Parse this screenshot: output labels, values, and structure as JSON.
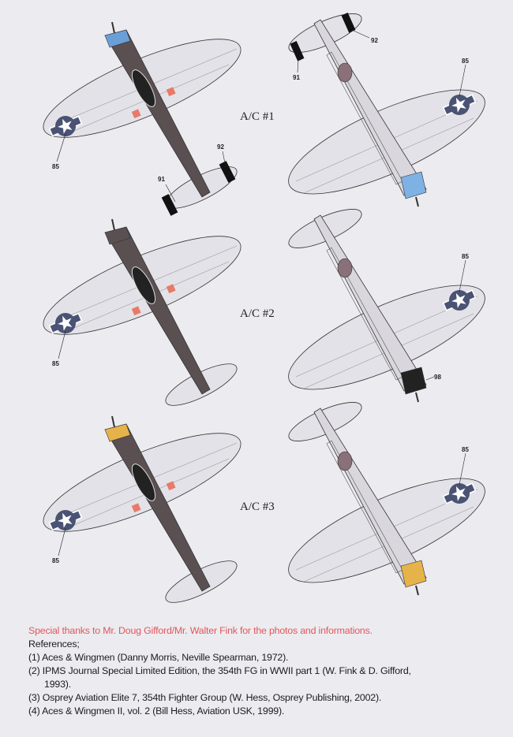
{
  "aircraft": [
    {
      "label": "A/C #1",
      "nose_color": "#6a9fd8",
      "under_nose_color": "#7fb2e4",
      "callouts": {
        "upper_roundel": "85",
        "tail_left": "91",
        "tail_right": "92",
        "under_roundel": "85",
        "under_tail_left": "91",
        "under_tail_right": "92"
      }
    },
    {
      "label": "A/C #2",
      "nose_color": "#5a5052",
      "under_nose_color": "#222222",
      "callouts": {
        "upper_roundel": "85",
        "under_roundel": "85",
        "under_nose": "98"
      }
    },
    {
      "label": "A/C #3",
      "nose_color": "#e6b24a",
      "under_nose_color": "#e6b24a",
      "callouts": {
        "upper_roundel": "85",
        "under_roundel": "85"
      }
    }
  ],
  "colors": {
    "thanks": "#e0575a",
    "fuselage": "#5a5052",
    "roundel": "#4a5373",
    "flap": "#e87a68"
  },
  "text": {
    "thanks": "Special thanks to Mr. Doug Gifford/Mr. Walter Fink for the photos and informations.",
    "references_title": "References;",
    "references": [
      "(1) Aces & Wingmen (Danny Morris, Neville Spearman, 1972).",
      "(2) IPMS Journal Special Limited Edition, the 354th FG in WWII part 1 (W. Fink & D. Gifford,",
      "1993).",
      "(3) Osprey Aviation Elite 7, 354th Fighter Group (W. Hess, Osprey Publishing, 2002).",
      "(4) Aces & Wingmen II, vol. 2 (Bill Hess, Aviation USK, 1999)."
    ]
  }
}
